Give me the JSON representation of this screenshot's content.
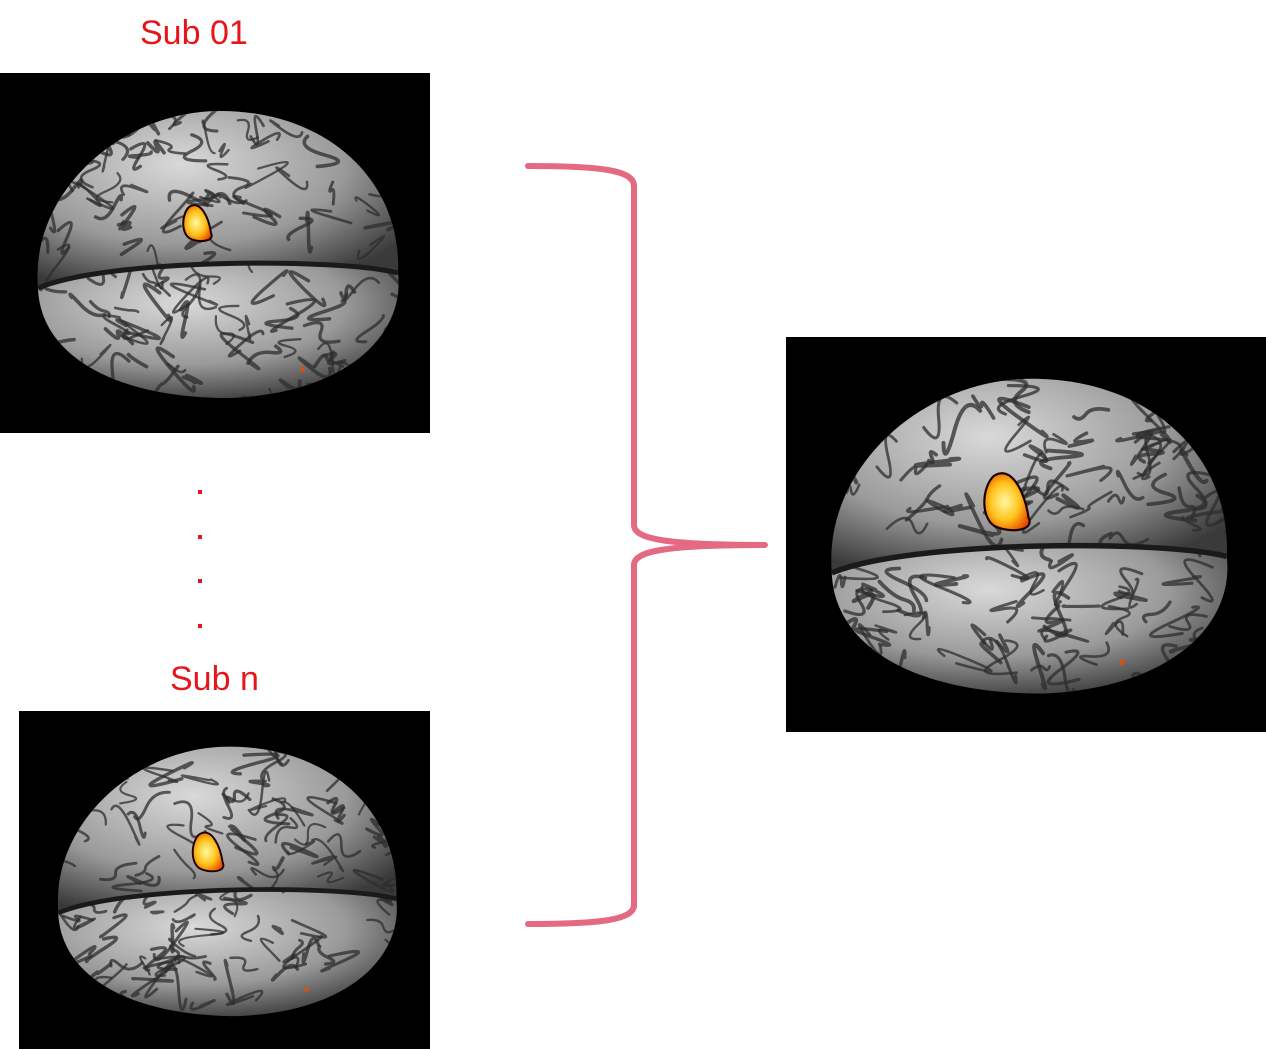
{
  "labels": {
    "subject_first": "Sub 01",
    "subject_last": "Sub n"
  },
  "colors": {
    "label": "#e8141b",
    "brace": "#e36a80",
    "panel_background": "#000000",
    "brain_light": "#d9d9d9",
    "brain_mid": "#9a9a9a",
    "brain_dark": "#3a3a3a",
    "activation_core": "#fff8a0",
    "activation_mid": "#ffc21a",
    "activation_edge": "#e84a00"
  },
  "panels": [
    {
      "name": "subject-01-brain",
      "activation_scale": 1.0
    },
    {
      "name": "subject-n-brain",
      "activation_scale": 1.15
    },
    {
      "name": "group-result-brain",
      "activation_scale": 1.45
    }
  ]
}
